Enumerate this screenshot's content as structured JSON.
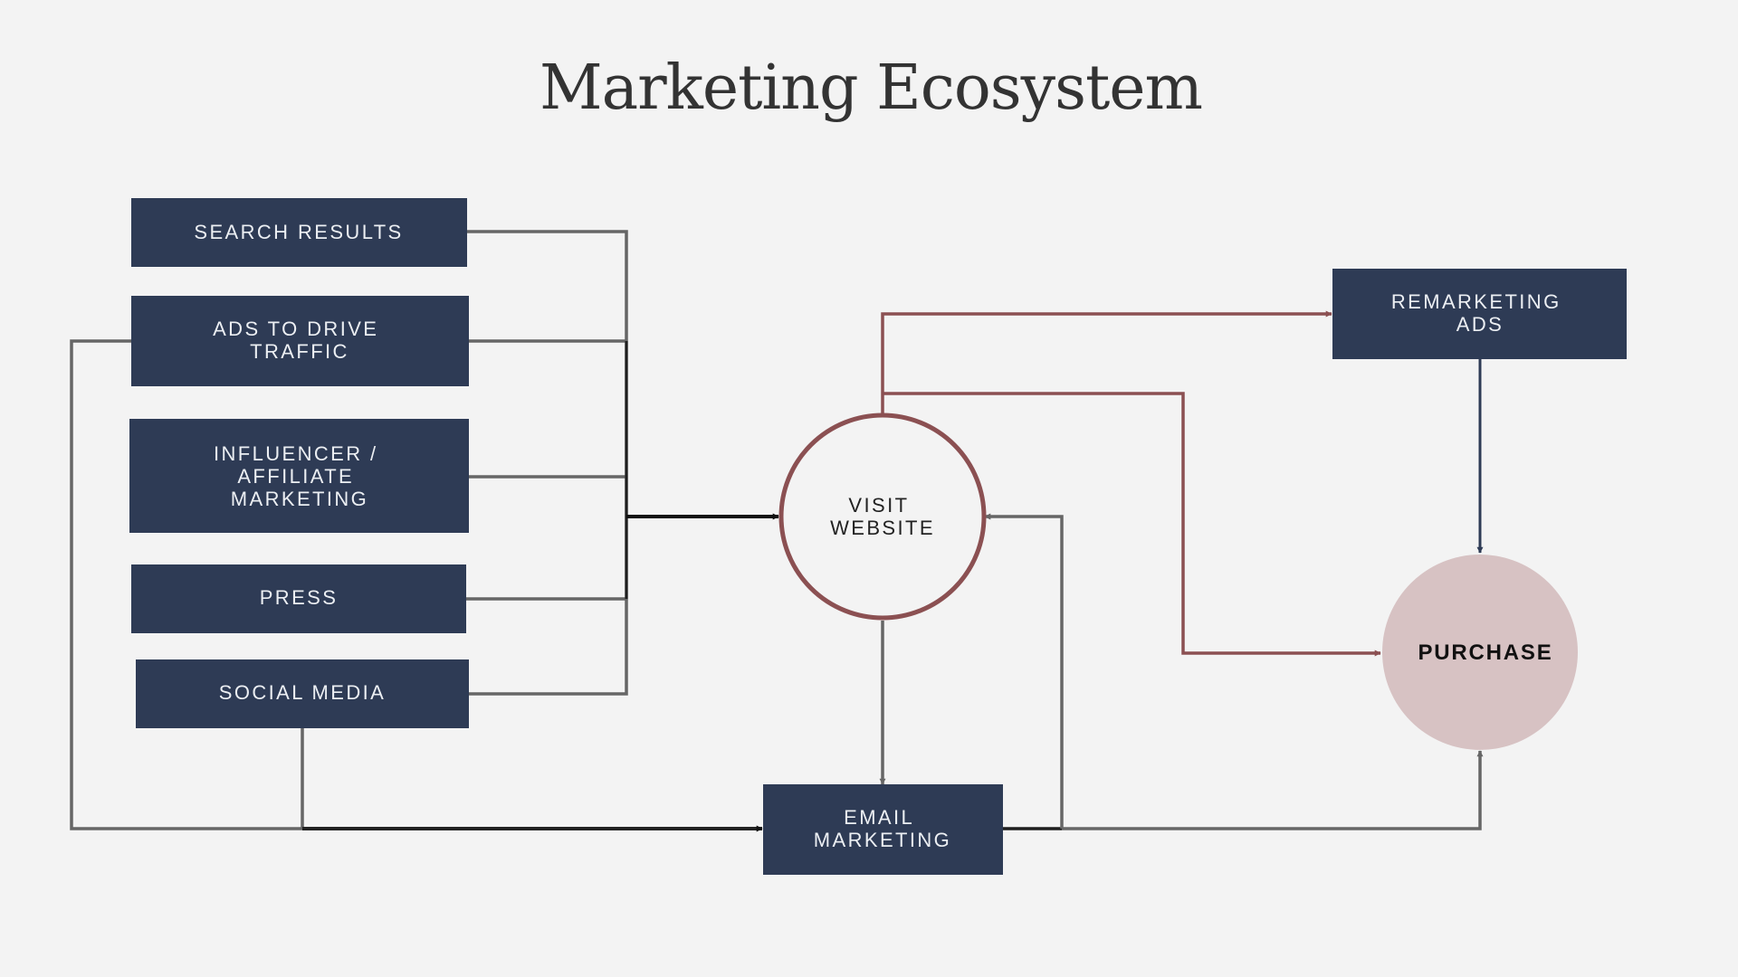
{
  "title": "Marketing Ecosystem",
  "nodes": {
    "search_results": {
      "lines": [
        "SEARCH RESULTS"
      ]
    },
    "ads_to_drive_traffic": {
      "lines": [
        "ADS TO DRIVE",
        "TRAFFIC"
      ]
    },
    "influencer_affiliate": {
      "lines": [
        "INFLUENCER /",
        "AFFILIATE",
        "MARKETING"
      ]
    },
    "press": {
      "lines": [
        "PRESS"
      ]
    },
    "social_media": {
      "lines": [
        "SOCIAL MEDIA"
      ]
    },
    "visit_website": {
      "lines": [
        "VISIT",
        "WEBSITE"
      ]
    },
    "email_marketing": {
      "lines": [
        "EMAIL",
        "MARKETING"
      ]
    },
    "remarketing_ads": {
      "lines": [
        "REMARKETING",
        "ADS"
      ]
    },
    "purchase": {
      "lines": [
        "PURCHASE"
      ]
    }
  },
  "colors": {
    "background": "#f3f3f3",
    "box_fill": "#2e3b55",
    "box_text": "#eceff3",
    "title": "#333333",
    "gray_connector": "#666666",
    "dark_connector": "#1e1e1e",
    "accent_red": "#8b5052",
    "navy_connector": "#2e3b55",
    "purchase_fill": "#d7c2c3"
  }
}
